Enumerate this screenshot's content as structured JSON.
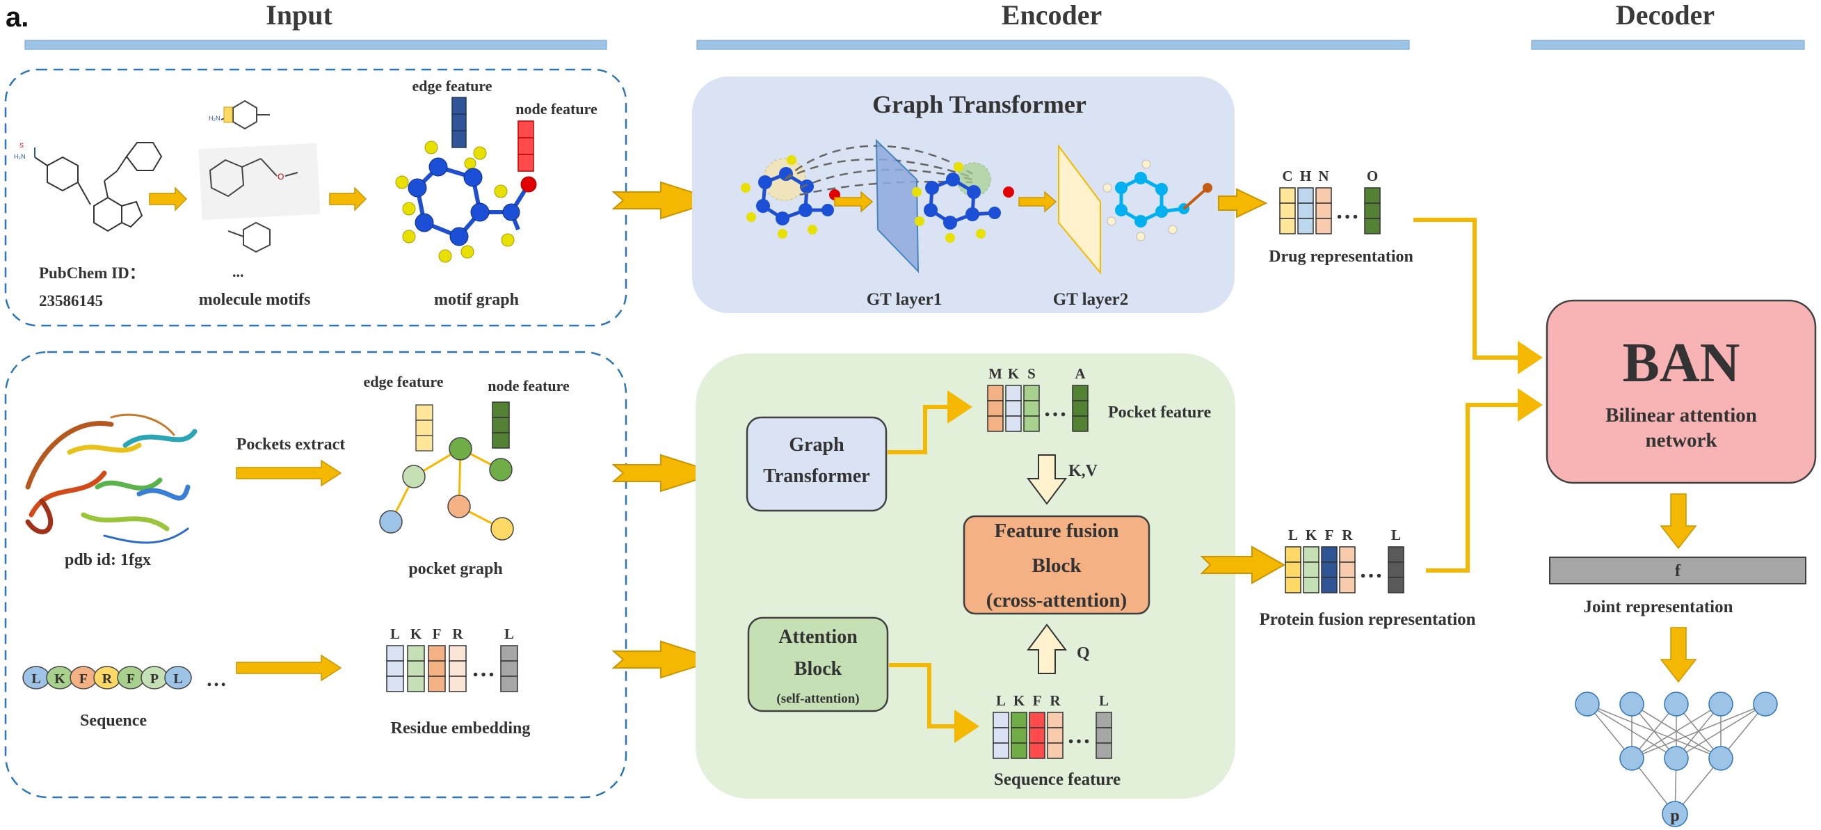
{
  "panel_letter": "a.",
  "headers": {
    "input": "Input",
    "encoder": "Encoder",
    "decoder": "Decoder"
  },
  "drug_input": {
    "pubchem_label": "PubChem ID：",
    "pubchem_id": "23586145",
    "ellipsis": "...",
    "motifs_label": "molecule motifs",
    "edge_feature": "edge feature",
    "node_feature": "node feature",
    "motif_graph_label": "motif graph"
  },
  "protein_input": {
    "pdb_label": "pdb id: 1fgx",
    "pockets_extract": "Pockets extract",
    "edge_feature": "edge feature",
    "node_feature": "node feature",
    "pocket_graph_label": "pocket graph",
    "sequence_label": "Sequence",
    "sequence_letters": [
      "L",
      "K",
      "F",
      "R",
      "F",
      "P",
      "L"
    ],
    "sequence_ellipsis": "…",
    "residue_letters": [
      "L",
      "K",
      "F",
      "R",
      "L"
    ],
    "residue_label": "Residue embedding"
  },
  "drug_encoder": {
    "title": "Graph Transformer",
    "layer1": "GT layer1",
    "layer2": "GT layer2",
    "rep_letters": [
      "C",
      "H",
      "N",
      "O"
    ],
    "rep_label": "Drug representation"
  },
  "protein_encoder": {
    "gt_line1": "Graph",
    "gt_line2": "Transformer",
    "pocket_letters": [
      "M",
      "K",
      "S",
      "A"
    ],
    "pocket_label": "Pocket feature",
    "kv_label": "K,V",
    "fusion_line1": "Feature fusion",
    "fusion_line2": "Block",
    "fusion_line3": "(cross-attention)",
    "q_label": "Q",
    "attn_line1": "Attention",
    "attn_line2": "Block",
    "attn_line3": "(self-attention)",
    "seq_letters": [
      "L",
      "K",
      "F",
      "R",
      "L"
    ],
    "seq_label": "Sequence  feature",
    "fusion_letters": [
      "L",
      "K",
      "F",
      "R",
      "L"
    ],
    "fusion_rep_label": "Protein fusion representation"
  },
  "decoder": {
    "ban_title": "BAN",
    "ban_line1": "Bilinear attention",
    "ban_line2": "network",
    "joint_bar_label": "f",
    "joint_label": "Joint representation",
    "output_label": "p"
  },
  "colors": {
    "arrow": "#f5b800",
    "arrow_stroke": "#c99600",
    "header_bar": "#9dc3e6",
    "drug_encoder_bg": "#dae3f3",
    "protein_encoder_bg": "#e2efd9",
    "ban_bg": "#f8b4b4",
    "fusion_bg": "#f4b183",
    "gt_box_bg": "#dae3f3",
    "attn_box_bg": "#c5e0b4",
    "dashed_border": "#2e75b6",
    "node_blue": "#9dc3e6"
  }
}
